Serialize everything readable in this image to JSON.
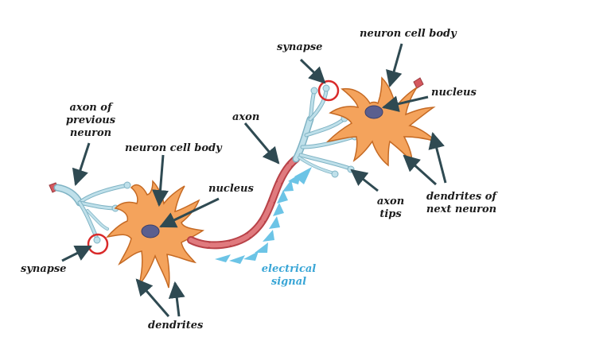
{
  "labels": {
    "axon_prev": [
      "axon of",
      "previous",
      "neuron"
    ],
    "cell_body_left": "neuron cell body",
    "nucleus_left": "nucleus",
    "synapse_left": "synapse",
    "dendrites": "dendrites",
    "axon": "axon",
    "electrical_signal": [
      "electrical",
      "signal"
    ],
    "synapse_right": "synapse",
    "cell_body_right": "neuron cell body",
    "nucleus_right": "nucleus",
    "axon_tips": [
      "axon",
      "tips"
    ],
    "dendrites_next": [
      "dendrites of",
      "next neuron"
    ]
  },
  "colors": {
    "cell_body": "#f4a35c",
    "cell_outline": "#c56a24",
    "nucleus": "#5b5f8f",
    "axon_terminal": "#bfe0ea",
    "axon_terminal_outline": "#7fb3c4",
    "myelin": "#d5585e",
    "signal": "#6cc4e6",
    "synapse_ring": "#d92a2a",
    "arrow": "#2f4a52",
    "text": "#1c1c1c",
    "signal_text": "#3aa6d6"
  }
}
